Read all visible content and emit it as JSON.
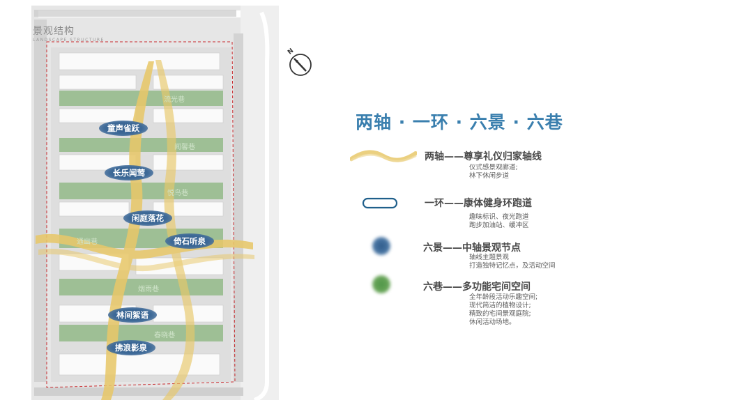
{
  "plan": {
    "title": "景观结构",
    "subtitle": "LANDSCAPE STRUCTURE",
    "nodes": [
      "童声雀跃",
      "长乐闻莺",
      "闲庭落花",
      "倚石听泉",
      "林间絮语",
      "拂浪影泉"
    ],
    "lanes": [
      "流光巷",
      "闻馨巷",
      "悦鸟巷",
      "通幽巷",
      "烟雨巷",
      "春晓巷"
    ]
  },
  "compass": {
    "letter": "N"
  },
  "legend": {
    "headline": "两轴 · 一环 · 六景 · 六巷",
    "items": [
      {
        "title": "两轴——尊享礼仪归家轴线",
        "desc": [
          "仪式感景观廊道;",
          "林下休闲步道"
        ]
      },
      {
        "title": "一环——康体健身环跑道",
        "desc": [
          "趣味标识、夜光跑道",
          "跑步加油站、缓冲区"
        ]
      },
      {
        "title": "六景——中轴景观节点",
        "desc": [
          "轴线主题景观",
          "打造独特记忆点，及活动空间"
        ]
      },
      {
        "title": "六巷——多功能宅间空间",
        "desc": [
          "全年龄段活动乐趣空间;",
          "现代简洁的植物设计;",
          "精致的宅间景观庭院;",
          "休闲活动场地。"
        ]
      }
    ]
  },
  "colors": {
    "axis": "#e8c86a",
    "ring": "#1f5f8b",
    "node": "#3e6a98",
    "lane": "#6aa65a",
    "headline": "#3a7fae"
  }
}
